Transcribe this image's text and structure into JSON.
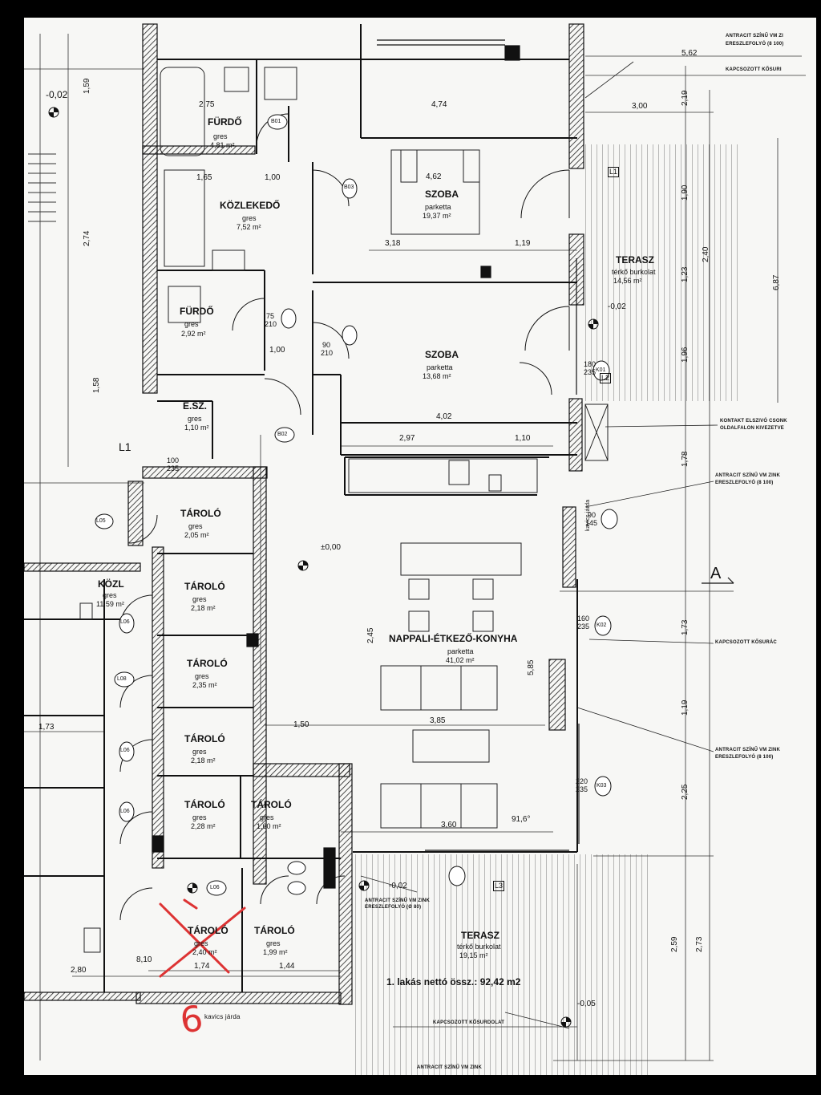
{
  "rooms": [
    {
      "name": "FÜRDŐ",
      "floor": "gres",
      "area": "4,81 m²"
    },
    {
      "name": "KÖZLEKEDŐ",
      "floor": "gres",
      "area": "7,52 m²"
    },
    {
      "name": "SZOBA",
      "floor": "parketta",
      "area": "19,37 m²"
    },
    {
      "name": "FÜRDŐ",
      "floor": "gres",
      "area": "2,92 m²"
    },
    {
      "name": "SZOBA",
      "floor": "parketta",
      "area": "13,68 m²"
    },
    {
      "name": "E.SZ.",
      "floor": "gres",
      "area": "1,10 m²"
    },
    {
      "name": "TERASZ",
      "floor": "térkő burkolat",
      "area": "14,56 m²"
    },
    {
      "name": "NAPPALI-ÉTKEZŐ-KONYHA",
      "floor": "parketta",
      "area": "41,02 m²"
    },
    {
      "name": "TÁROLÓ",
      "floor": "gres",
      "area": "2,05 m²"
    },
    {
      "name": "TÁROLÓ",
      "floor": "gres",
      "area": "2,18 m²"
    },
    {
      "name": "TÁROLÓ",
      "floor": "gres",
      "area": "2,35 m²"
    },
    {
      "name": "TÁROLÓ",
      "floor": "gres",
      "area": "2,18 m²"
    },
    {
      "name": "TÁROLÓ",
      "floor": "gres",
      "area": "2,28 m²"
    },
    {
      "name": "TÁROLÓ",
      "floor": "gres",
      "area": "1,60 m²"
    },
    {
      "name": "TÁROLÓ",
      "floor": "gres",
      "area": "2,40 m²"
    },
    {
      "name": "TÁROLÓ",
      "floor": "gres",
      "area": "1,99 m²"
    },
    {
      "name": "TERASZ",
      "floor": "térkő burkolat",
      "area": "19,15 m²"
    },
    {
      "name": "KÖZL",
      "floor": "gres",
      "area": "11,59 m²"
    }
  ],
  "total": "1. lakás nettó össz.: 92,42 m2",
  "levels": {
    "zero": "±0,00",
    "minus02a": "-0,02",
    "minus02b": "-0,02",
    "minus02c": "-0,02",
    "minus05": "-0,05"
  },
  "notes": {
    "n1": "ANTRACIT SZÍNŰ VM ZI",
    "n1b": "ERESZLEFOLYÓ (8 100)",
    "n2": "KAPCSOZOTT KŐSURI",
    "n3": "KONTAKT ELSZIVÓ CSONK",
    "n3b": "OLDALFALON KIVEZETVE",
    "n4": "ANTRACIT SZÍNŰ VM ZINK",
    "n4b": "ERESZLEFOLYÓ (8 100)",
    "n5": "KAPCSOZOTT KŐSURÁC",
    "n6": "ANTRACIT SZÍNŰ VM ZINK",
    "n6b": "ERESZLEFOLYÓ (8 100)",
    "n7": "KAPCSOZOTT KŐSURDOLAT",
    "n8": "ANTRACIT SZÍNŰ VM ZINK",
    "n9": "kavics járda",
    "n10": "kavics járda",
    "n11": "ANTRACIT SZÍNŰ VM ZINK",
    "n11b": "ERESZLEFOLYÓ (Ø 80)"
  },
  "section": "A",
  "marker": "6",
  "dims": {
    "d1": "2,75",
    "d2": "4,74",
    "d3": "5,62",
    "d4": "3,00",
    "d5": "4,62",
    "d6": "3,18",
    "d7": "1,19",
    "d8": "4,02",
    "d9": "2,97",
    "d10": "1,10",
    "d11": "3,85",
    "d12": "1,50",
    "d13": "3,60",
    "d14": "1,74",
    "d15": "1,44",
    "d16": "2,80",
    "d17": "1,73",
    "d18": "2,19",
    "d19": "1,90",
    "d20": "1,23",
    "d21": "1,96",
    "d22": "6,87",
    "d23": "2,40",
    "d24": "1,78",
    "d25": "1,73",
    "d26": "1,19",
    "d27": "2,25",
    "d28": "2,59",
    "d29": "2,73",
    "d30": "2,74",
    "d31": "1,59",
    "d32": "1,58",
    "d33": "1,00",
    "d34": "1,00",
    "d35": "1,65",
    "d36": "8,10",
    "d37": "91,6°",
    "d38": "5,85",
    "d39": "2,45"
  },
  "doors": {
    "k1": "90",
    "k2": "210",
    "k3": "75",
    "k4": "210",
    "k5": "100",
    "k6": "235",
    "k7": "180",
    "k8": "235",
    "k9": "90",
    "k10": "145",
    "k11": "160",
    "k12": "235",
    "k13": "220",
    "k14": "235"
  },
  "tags": {
    "t1": "L1",
    "t2": "L2",
    "t3": "L3",
    "t4": "L1",
    "t5": "B01",
    "t6": "B02",
    "t7": "B03",
    "t8": "K01",
    "t9": "K02",
    "t10": "K03",
    "t11": "L05",
    "t12": "L06",
    "t13": "L08",
    "t14": "L06",
    "t15": "L06",
    "t16": "L06"
  }
}
